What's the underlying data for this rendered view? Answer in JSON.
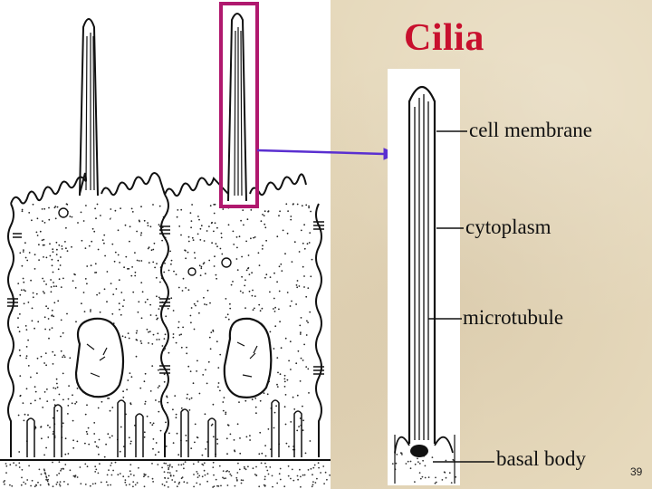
{
  "slide": {
    "title": "Cilia",
    "page_number": "39",
    "labels": [
      {
        "id": "cell-membrane",
        "text": "cell membrane"
      },
      {
        "id": "cytoplasm",
        "text": "cytoplasm"
      },
      {
        "id": "microtubule",
        "text": "microtubule"
      },
      {
        "id": "basal-body",
        "text": "basal body"
      }
    ]
  },
  "colors": {
    "title": "#c8102e",
    "highlight_box": "#b0186e",
    "pointer_arrow": "#5a2fd0",
    "line_art": "#111111"
  }
}
